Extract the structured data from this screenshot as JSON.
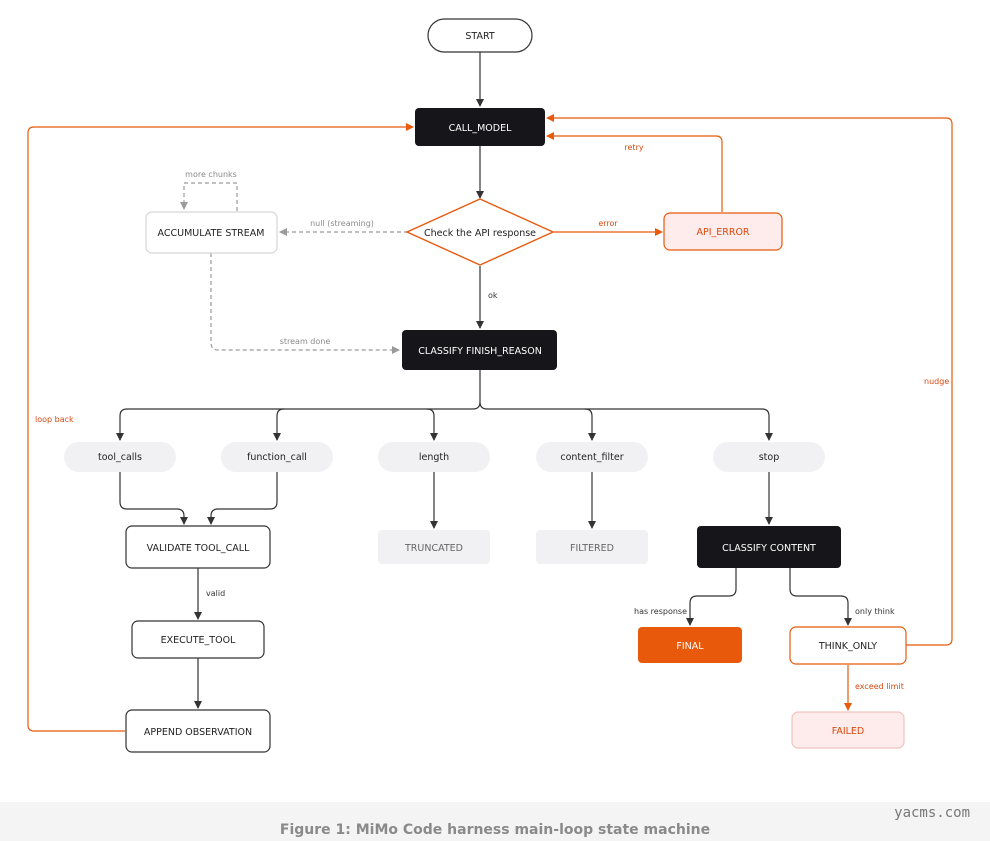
{
  "colors": {
    "accent": "#e8590c",
    "accent_soft": "#fdeceb",
    "dark": "#16161a",
    "gray_fill": "#f1f1f3",
    "line": "#333333",
    "dashed": "#9a9a9a",
    "orange_text": "#d9480f"
  },
  "nodes": {
    "start": "START",
    "call_model": "CALL_MODEL",
    "check_api": "Check the API response",
    "accumulate": "ACCUMULATE STREAM",
    "api_error": "API_ERROR",
    "classify_finish": "CLASSIFY FINISH_REASON",
    "tool_calls": "tool_calls",
    "function_call": "function_call",
    "length": "length",
    "content_filter": "content_filter",
    "stop": "stop",
    "validate": "VALIDATE TOOL_CALL",
    "execute": "EXECUTE_TOOL",
    "append": "APPEND OBSERVATION",
    "truncated": "TRUNCATED",
    "filtered": "FILTERED",
    "classify_content": "CLASSIFY CONTENT",
    "final": "FINAL",
    "think_only": "THINK_ONLY",
    "failed": "FAILED"
  },
  "edges": {
    "more_chunks": "more chunks",
    "null_streaming": "null (streaming)",
    "error": "error",
    "retry": "retry",
    "ok": "ok",
    "stream_done": "stream done",
    "loop_back": "loop back",
    "nudge": "nudge",
    "valid": "valid",
    "has_response": "has response",
    "only_think": "only think",
    "exceed_limit": "exceed limit"
  },
  "caption": "Figure 1: MiMo Code harness main-loop state machine",
  "watermark": "yacms.com"
}
